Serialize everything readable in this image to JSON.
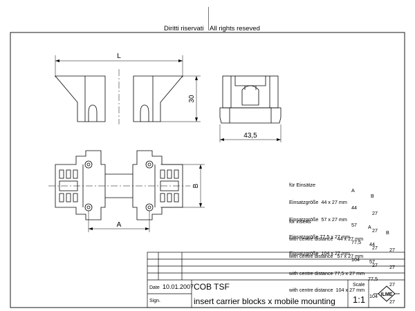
{
  "header": {
    "rights_it": "Diritti riservati",
    "rights_en": "All rights reseved"
  },
  "dimensions": {
    "L": "L",
    "height": "30",
    "width": "43,5",
    "B": "B",
    "A": "A"
  },
  "table_de": {
    "title": "für Einsätze",
    "col_a": "A",
    "col_b": "B",
    "rows": [
      {
        "label": "Einsatzgröße  44 x 27 mm",
        "a": "44",
        "b": "27"
      },
      {
        "label": "Einsatzgröße  57 x 27 mm",
        "a": "57",
        "b": "27"
      },
      {
        "label": "Einsatzgröße 77,5 x 27 mm",
        "a": "77,5",
        "b": "27"
      },
      {
        "label": "Einsatzgröße  104 x 27 mm",
        "a": "104",
        "b": "27"
      }
    ]
  },
  "table_en": {
    "title": "for inserts",
    "col_a": "A",
    "col_b": "B",
    "rows": [
      {
        "label": "with centre distance   44 x 27 mm",
        "a": "44",
        "b": "27"
      },
      {
        "label": "with centre distance   57 x 27 mm",
        "a": "57",
        "b": "27"
      },
      {
        "label": "with centre distance 77,5 x 27 mm",
        "a": "77,5",
        "b": "27"
      },
      {
        "label": "with centre distance  104 x 27 mm",
        "a": "104",
        "b": "27"
      }
    ]
  },
  "title_block": {
    "date_label": "Date",
    "date_value": "10.01.2007",
    "sign_label": "Sign.",
    "code": "COB TSF",
    "description": "insert carrier blocks x mobile mounting",
    "scale_label": "Scale",
    "scale_value": "1:1",
    "logo_text": "ILME"
  }
}
